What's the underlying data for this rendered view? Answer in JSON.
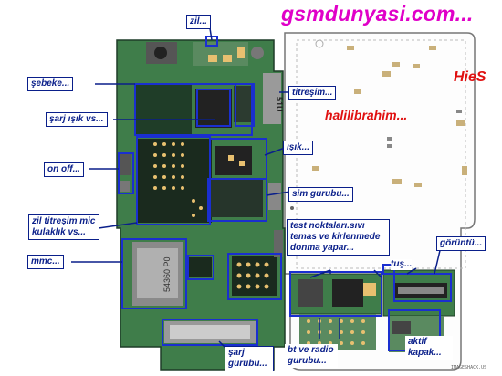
{
  "header": {
    "site_title": "gsmdunyasi.com...",
    "author": "halilibrahim...",
    "tag": "HieS"
  },
  "labels": {
    "zil": "zil...",
    "sebeke": "şebeke...",
    "titresim": "titreşim...",
    "sarj_isik": "şarj ışık vs...",
    "isik": "ışık...",
    "on_off": "on off...",
    "sim_gurubu": "sim gurubu...",
    "zil_titresim_mic": "zil titreşim mic kulaklık vs...",
    "test_noktalari": "test noktaları.sıvı temas ve kirlenmede donma yapar...",
    "goruntu": "görüntü...",
    "tus": "tuş...",
    "mmc": "mmc...",
    "sarj_gurubu": "şarj gurubu...",
    "bt_radio": "bt ve radio gurubu...",
    "aktif_kapak": "aktif kapak..."
  },
  "board_text": {
    "chip_marking": "54360 P0",
    "sticker": "51U"
  },
  "watermark": "IMAGESHACK.US",
  "colors": {
    "title": "#e000c8",
    "author": "#e01010",
    "label_border": "#0a1f8a",
    "board_green": "#3f7d4a",
    "board_dark": "#1f3d28",
    "blue_box": "#1a2fd0"
  }
}
